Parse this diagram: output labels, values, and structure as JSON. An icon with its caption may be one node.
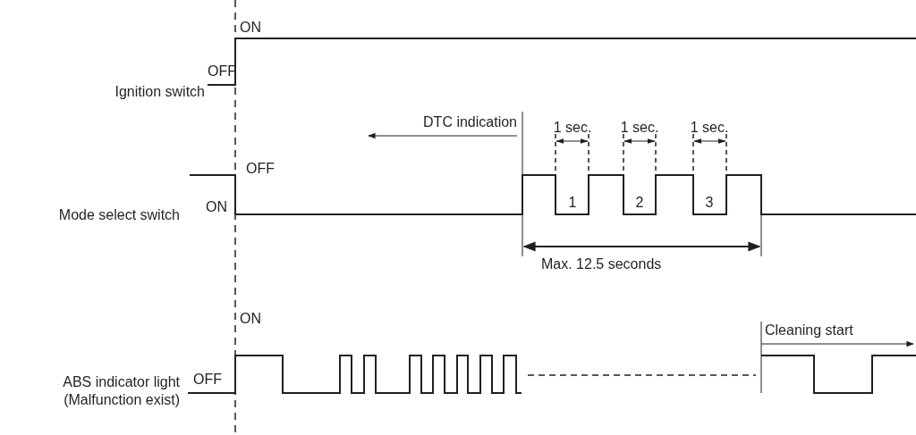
{
  "diagram": {
    "labels": [
      "ON",
      "Ignition switch",
      "OFF",
      "DTC indication",
      "1 sec.",
      "1 sec.",
      "1 sec.",
      "OFF",
      "Mode select switch",
      "ON",
      "1",
      "2",
      "3",
      "Max. 12.5 seconds",
      "Cleaning start",
      "ON",
      "ABS indicator light",
      "(Malfunction exist)",
      "OFF"
    ]
  }
}
